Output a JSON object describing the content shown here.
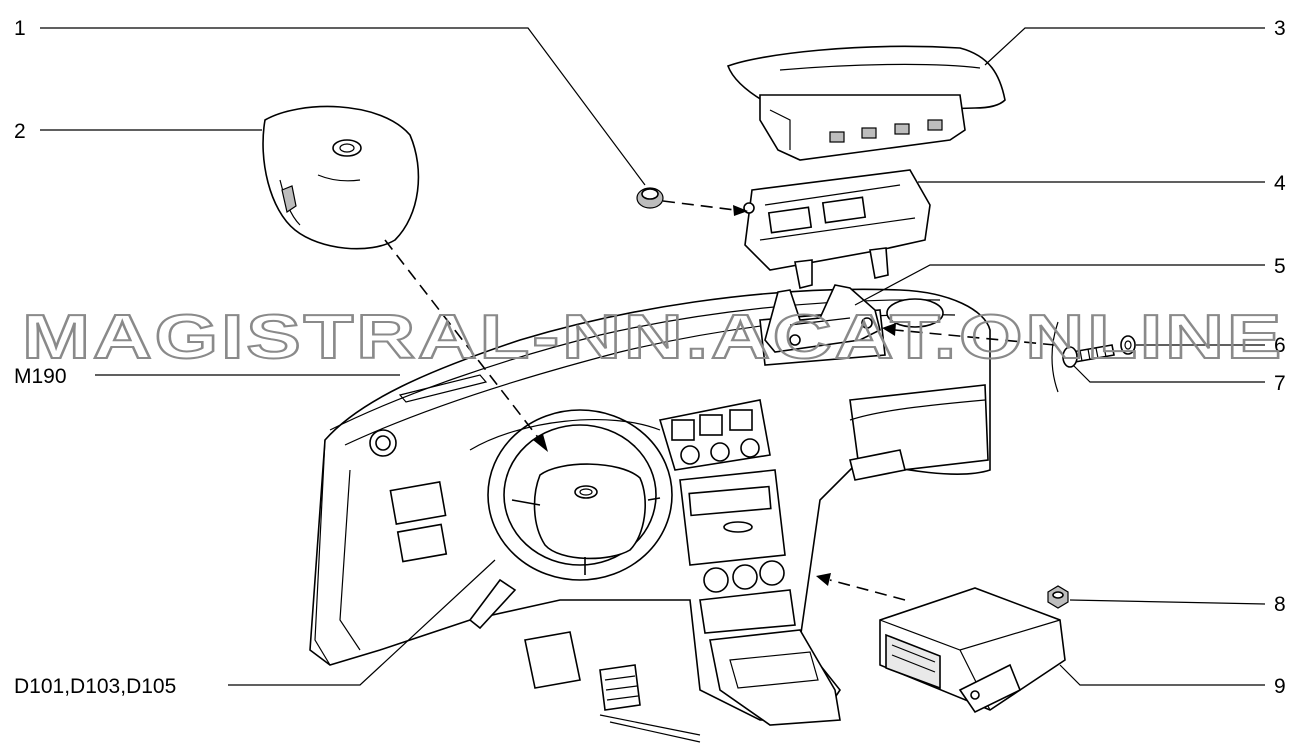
{
  "callouts": {
    "c1": "1",
    "c2": "2",
    "c3": "3",
    "c4": "4",
    "c5": "5",
    "c6": "6",
    "c7": "7",
    "c8": "8",
    "c9": "9",
    "m190": "M190",
    "d_codes": "D101,D103,D105"
  },
  "watermark": "MAGISTRAL-NN.ACAT.ONLINE",
  "colors": {
    "ink": "#000000",
    "watermark_stroke": "#8a8a8a",
    "background": "#ffffff"
  }
}
